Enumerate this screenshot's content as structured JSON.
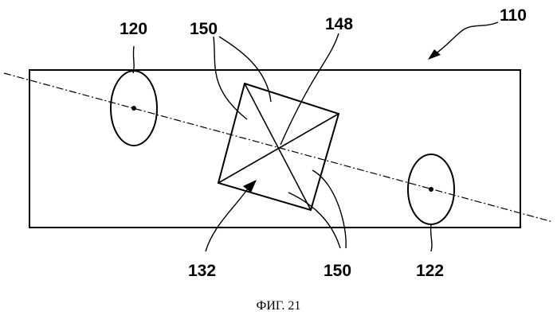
{
  "labels": {
    "ref_110": "110",
    "ref_120": "120",
    "ref_122": "122",
    "ref_132": "132",
    "ref_148": "148",
    "ref_150_top": "150",
    "ref_150_bottom": "150"
  },
  "caption": "ФИГ. 21",
  "colors": {
    "ink": "#000000",
    "paper": "#ffffff"
  }
}
